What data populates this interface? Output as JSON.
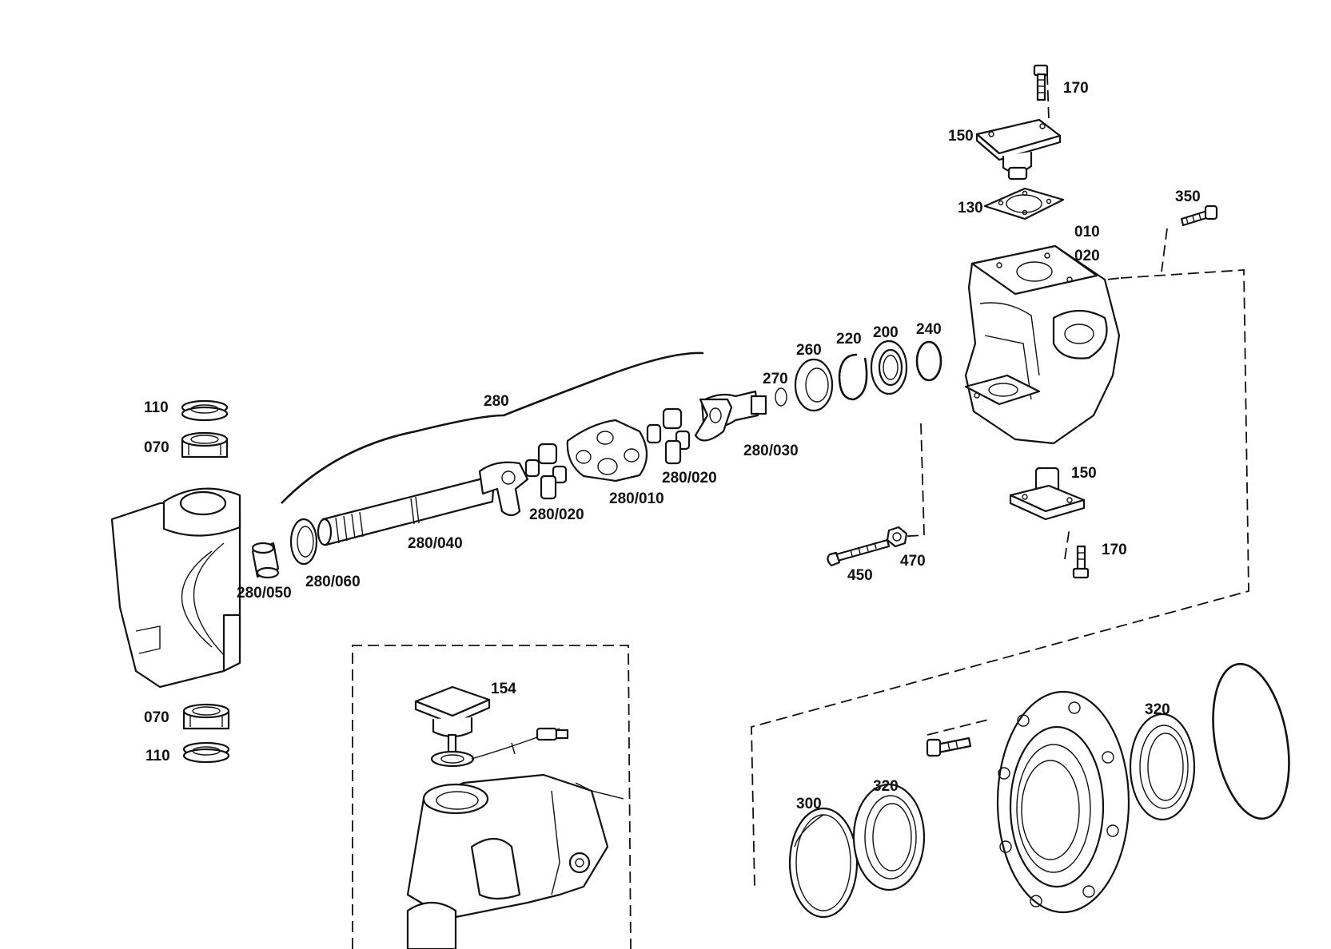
{
  "labels": {
    "p170_top": "170",
    "p150_top": "150",
    "p130": "130",
    "p350": "350",
    "p010": "010",
    "p020": "020",
    "p240": "240",
    "p200": "200",
    "p220": "220",
    "p260": "260",
    "p270": "270",
    "p280": "280",
    "p280_030": "280/030",
    "p280_020_right": "280/020",
    "p280_010": "280/010",
    "p280_020_left": "280/020",
    "p280_040": "280/040",
    "p280_050": "280/050",
    "p280_060": "280/060",
    "p110_top": "110",
    "p070_top": "070",
    "p070_bottom": "070",
    "p110_bottom": "110",
    "p150_bottom": "150",
    "p170_bottom": "170",
    "p450": "450",
    "p470": "470",
    "p154": "154",
    "p300": "300",
    "p320_left": "320",
    "p320_right": "320"
  }
}
